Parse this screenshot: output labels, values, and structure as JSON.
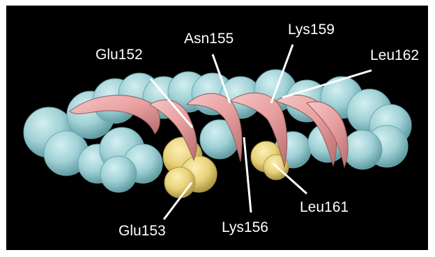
{
  "labels": {
    "glu152": "Glu152",
    "asn155": "Asn155",
    "lys159": "Lys159",
    "leu162": "Leu162",
    "glu153": "Glu153",
    "lys156": "Lys156",
    "leu161": "Leu161"
  },
  "colors": {
    "background": "#000000",
    "frame": "#ffffff",
    "side_chain_spheres": "#9fd1d6",
    "helix_ribbon": "#e8a0a0",
    "highlight_residues": "#e9d27a",
    "label_text": "#ffffff"
  }
}
